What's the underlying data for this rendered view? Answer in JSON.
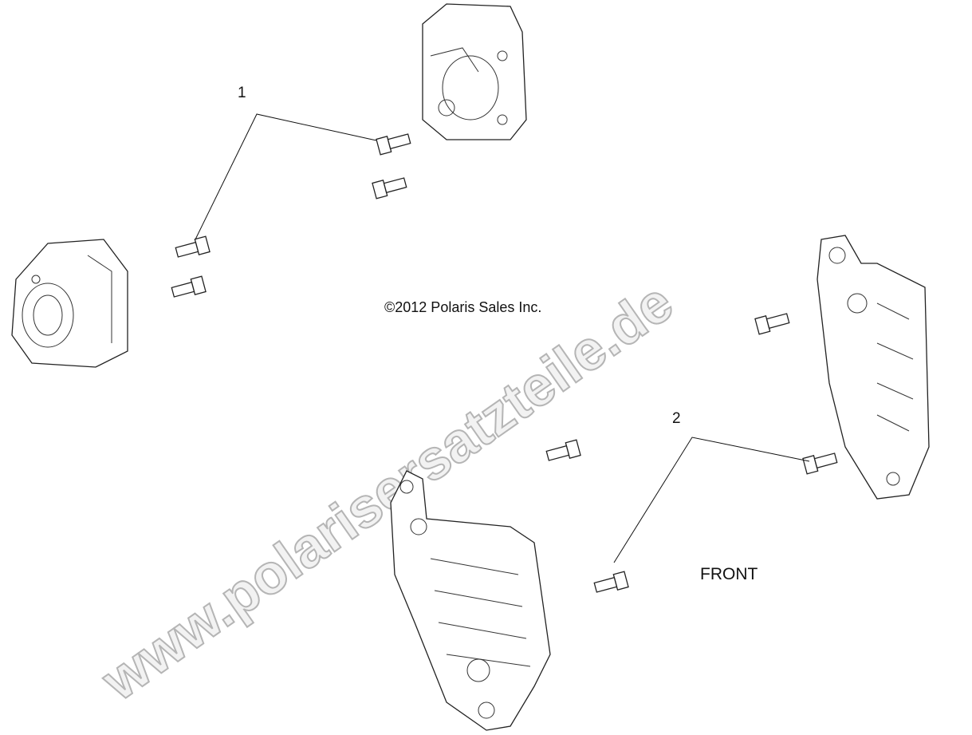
{
  "callouts": [
    {
      "label": "1"
    },
    {
      "label": "2"
    }
  ],
  "copyright": "©2012 Polaris Sales Inc.",
  "front_label": "FRONT",
  "watermark": "www.polarisersatzteile.de"
}
